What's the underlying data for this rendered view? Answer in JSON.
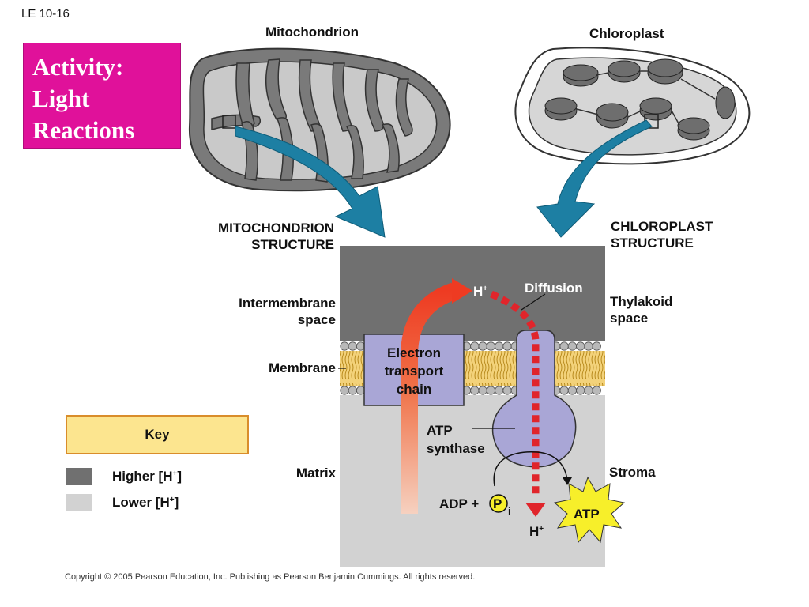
{
  "slide_id": "LE 10-16",
  "title": "Activity:\nLight\nReactions",
  "labels": {
    "mitochondrion": "Mitochondrion",
    "chloroplast": "Chloroplast",
    "mito_structure": "MITOCHONDRION\nSTRUCTURE",
    "chloro_structure": "CHLOROPLAST\nSTRUCTURE",
    "intermembrane_space": "Intermembrane\nspace",
    "membrane": "Membrane",
    "matrix": "Matrix",
    "thylakoid_space": "Thylakoid\nspace",
    "stroma": "Stroma",
    "h_ion": "H",
    "h_charge": "+",
    "diffusion": "Diffusion",
    "etc": "Electron\ntransport\nchain",
    "atp_synthase": "ATP\nsynthase",
    "adp_plus": "ADP +",
    "p": "P",
    "p_sub": "i",
    "atp": "ATP"
  },
  "key": {
    "title": "Key",
    "higher_prefix": "Higher [H",
    "higher_suffix": "]",
    "lower_prefix": "Lower [H",
    "lower_suffix": "]",
    "charge": "+",
    "higher_color": "#707070",
    "lower_color": "#d2d2d2"
  },
  "copyright": "Copyright ©  2005 Pearson Education, Inc. Publishing as Pearson Benjamin Cummings. All rights reserved.",
  "colors": {
    "title_bg": "#e0119a",
    "arrow_teal": "#1d7fa3",
    "protein": "#a9a6d6",
    "proton_red": "#e0252b",
    "atp_star": "#f7ef2a",
    "lipid_tail": "#f0c34a"
  }
}
